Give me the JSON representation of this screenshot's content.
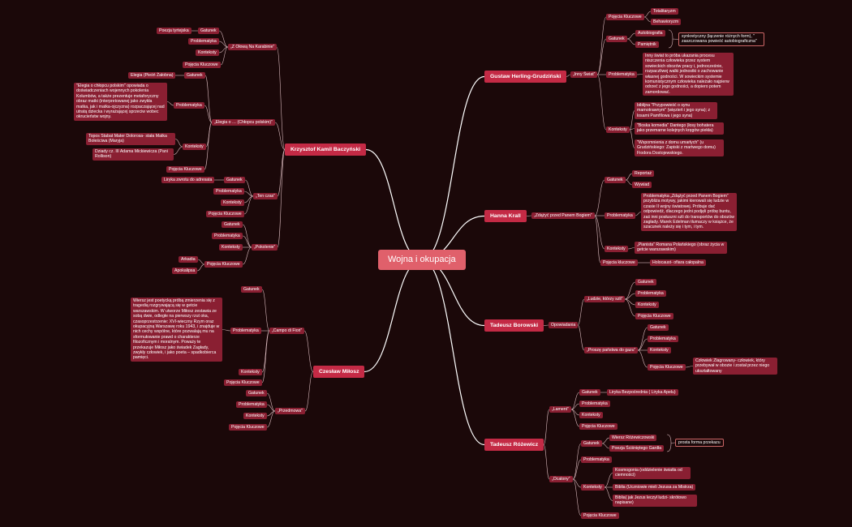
{
  "root": "Wojna i okupacja",
  "baczynski": {
    "author": "Krzysztof Kamil Baczyński",
    "z_olowa": {
      "title": "„Z Ołową Na Karabinie”",
      "gatunek": "Gatunek",
      "gatunek_val": "Poezja tyrtejska",
      "problematyka": "Problematyka",
      "konteksty": "Konteksty",
      "pojecia": "Pojęcia Kluczowe"
    },
    "elegia": {
      "title": "„Elegia o … (Chłopcu polskim)”",
      "gatunek": "Gatunek",
      "gatunek_val": "Elegia (Pieśń Żałobna)",
      "problematyka": "Problematyka",
      "problematyka_text": "\"Elegia o chłopcu polskim\" opowiada o doświadczeniach wojennych pokolenia Kolumbów, a także prezentuje metaforyczny obraz matki (interpretowanej jako zwykła matka, jak i matka-ojczyzna) rozpaczającej nad utratą dziecka i wyrażającej sprzeciw wobec okrucieństw wojny.",
      "konteksty": "Konteksty",
      "kontekst_1": "Topos Stabat Mater Dolorosa- stała Matka Boleściwa (Maryja)",
      "kontekst_2": "Dziady cz. III Adama Mickiewicza (Pani Rollison)",
      "pojecia": "Pojęcia Kluczowe"
    },
    "ten_czas": {
      "title": "„Ten czas”",
      "gatunek": "Gatunek",
      "gatunek_val": "Liryka zwrotu do adresata",
      "problematyka": "Problematyka",
      "konteksty": "Konteksty",
      "pojecia": "Pojęcia Kluczowe"
    },
    "pokolenie": {
      "title": "„Pokolenie”",
      "gatunek": "Gatunek",
      "problematyka": "Problematyka",
      "konteksty": "Konteksty",
      "pojecia": "Pojęcia Kluczowe",
      "pojecie_1": "Arkadia",
      "pojecie_2": "Apokalipsa"
    }
  },
  "milosz": {
    "author": "Czesław Miłosz",
    "campo": {
      "title": "„Campo di Fiori”",
      "gatunek": "Gatunek",
      "problematyka": "Problematyka",
      "problematyka_text": "Wiersz jest poetycką próbą zmierzenia się z tragedią rozgrywającą się w getcie warszawskim. W utworze Miłosz zestawia ze sobą dwie, odległe na pierwszy rzut oka, czasoprzestrzenie: XVI-wieczny Rzym oraz okupacyjną Warszawę roku 1943, i znajduje w nich cechy wspólne, które pozwalają mu na sformułowanie prawd o charakterze filozoficznym i moralnym. Poważy te przekazuje Miłosz jako świadek Zagłady, zwykły człowiek, i jako poeta – spadkobierca pamięci.",
      "konteksty": "Konteksty",
      "pojecia": "Pojęcia Kluczowe"
    },
    "przedmowa": {
      "title": "„Przedmowa”",
      "gatunek": "Gatunek",
      "problematyka": "Problematyka",
      "konteksty": "Konteksty",
      "pojecia": "Pojęcia Kluczowe"
    }
  },
  "herling": {
    "author": "Gustaw Herling-Grudziński",
    "inny": {
      "title": "„Inny Świat”",
      "pojecia": "Pojęcia Kluczowe",
      "pojecie_1": "Totalitaryzm",
      "pojecie_2": "Behawioryzm",
      "gatunek": "Gatunek",
      "gatunek_1": "Autobiografia",
      "gatunek_2": "Pamiętnik",
      "gatunek_note": "synkretyczny (łączenie różnych form), \" zaszczowana powieść autobiograficzna\"",
      "problematyka": "Problematyka",
      "problematyka_text": "Inny świat to próba ukazania procesu niszczenia człowieka przez system sowieckich obozów pracy i, jednocześnie, rozpaczliwej walki jednostki o zachowanie własnej godności. W sowieckim systemie komunistycznym człowieka należało najpierw odrzeć z jego godności, a dopiero potem zamordować.",
      "konteksty": "Konteksty",
      "kontekst_1": "biblijna \"Przypowieść o synu marnotrawnym\" (więzień i jego syna); z losami Pamfilowa i jego syna)",
      "kontekst_2": "\"Boska komedia\" Dantego (łosy bohatera jako przemarne kolejnych kręgów piekła)",
      "kontekst_3": "\"Wspomnienia z domu umarłych\" (u Grudzińskiego: Zapiski z martwego domu) Fiodora Dostojewskiego."
    }
  },
  "krall": {
    "author": "Hanna Krall",
    "zdazyc": {
      "title": "„Zdążyć przed Panem Bogiem”",
      "gatunek": "Gatunek",
      "gatunek_1": "Reportaż",
      "gatunek_2": "Wywiad",
      "problematyka": "Problematyka",
      "problematyka_text": "Problematyka „Zdążyć przed Panem Bogiem” przybliża motywy, jakimi kierowali się ludzie w czasie II wojny światowej. Próbuje dać odpowiedź, dlaczego jedni podjęli próbę buntu, zaś inni posłuszni szli do transportów do obozów zagłady. Marek Edelman tłumaczy w książce, że szacunek należy się i tym, i tym.",
      "konteksty": "Konteksty",
      "kontekst_1": "„Pianista” Romana Polańskiego (obraz życia w getcie warszawskim)",
      "pojecia": "Pojęcia kluczowe",
      "pojecie_1": "Holocaust- ofiara całopalna"
    }
  },
  "borowski": {
    "author": "Tadeusz Borowski",
    "opowiadania": "Opowiadania",
    "ludzie": {
      "title": "„Ludzie, którzy szli”",
      "gatunek": "Gatunek",
      "problematyka": "Problematyka",
      "konteksty": "Konteksty",
      "pojecia": "Pojęcia Kluczowe"
    },
    "prosze": {
      "title": "„Proszę państwa do gazu”",
      "gatunek": "Gatunek",
      "problematyka": "Problematyka",
      "konteksty": "Konteksty",
      "pojecia": "Pojęcia Kluczowe",
      "pojecie_1": "Człowiek Zlagrowany- człowiek, który przebywał w obozie i został przez niego ukształtowany"
    }
  },
  "rozewicz": {
    "author": "Tadeusz Różewicz",
    "lament": {
      "title": "„Lament”",
      "gatunek": "Gatunek",
      "gatunek_val": "Liryka Bezpośrednia ( Liryka Apelu)",
      "problematyka": "Problematyka",
      "konteksty": "Konteksty",
      "pojecia": "Pojęcia Kluczowe"
    },
    "ocalony": {
      "title": "„Ocalony”",
      "gatunek": "Gatunek",
      "gatunek_1": "Wiersz Różewiczowski",
      "gatunek_2": "Poezja Ściśniętego Gardła",
      "gatunek_note": "prosta forma przekazu",
      "problematyka": "Problematyka",
      "konteksty": "Konteksty",
      "kontekst_1": "Kosmogonia (oddzielenie światła od ciemności)",
      "kontekst_2": "Biblia (Uczniowie mieli Jezusa za Mistrza)",
      "kontekst_3": "Biblia( jak Jezus leczył ludzi- skrótowo napisane)",
      "pojecia": "Pojęcia Kluczowe"
    }
  }
}
